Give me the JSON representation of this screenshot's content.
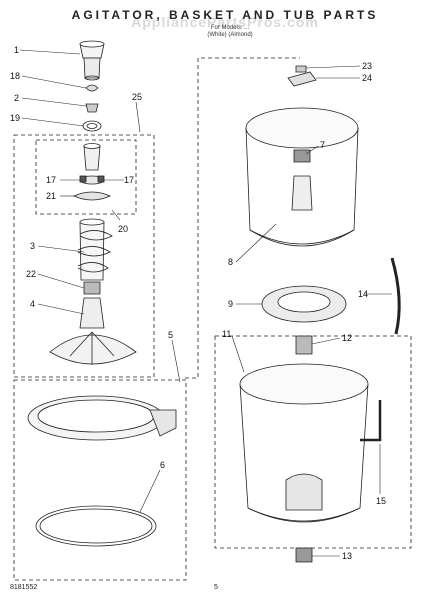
{
  "header": {
    "title": "AGITATOR, BASKET AND TUB PARTS",
    "subtitle_line1": "For Models: ...",
    "subtitle_line2": "(White)          (Almond)",
    "watermark": "AppliancePartsPros.com"
  },
  "callouts": {
    "c1": "1",
    "c18": "18",
    "c2": "2",
    "c19": "19",
    "c25": "25",
    "c17a": "17",
    "c17b": "17",
    "c21": "21",
    "c20": "20",
    "c3": "3",
    "c22": "22",
    "c4": "4",
    "c5": "5",
    "c6": "6",
    "c23": "23",
    "c24": "24",
    "c7": "7",
    "c8": "8",
    "c9": "9",
    "c14": "14",
    "c11": "11",
    "c12": "12",
    "c15": "15",
    "c13": "13"
  },
  "footer": {
    "doc_number": "8181552",
    "page_number": "5"
  }
}
